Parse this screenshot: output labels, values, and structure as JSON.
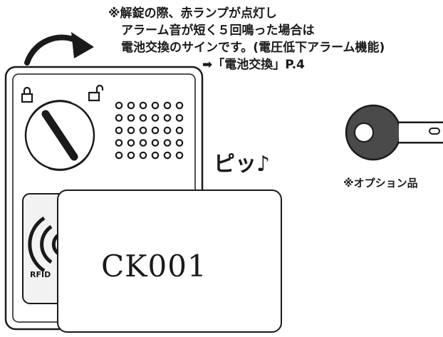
{
  "instructions": {
    "line1": "※解錠の際、赤ランプが点灯し",
    "line2": "アラーム音が短く５回鳴った場合は",
    "line3": "電池交換のサインです。(電圧低下アラーム機能)",
    "reference": "➡「電池交換」P.4"
  },
  "sound_effect": "ピッ♪",
  "key": {
    "caption": "※オプション品"
  },
  "card": {
    "id": "CK001"
  },
  "reader": {
    "rfid_label": "RFID"
  },
  "icons": [
    "rotate-arrow-icon",
    "lock-closed-icon",
    "lock-open-icon",
    "thumb-turn-icon",
    "speaker-grille-icon",
    "rfid-waves-icon",
    "key-icon"
  ],
  "colors": {
    "ink": "#1a1a1a",
    "device_fill": "#ffffff",
    "key_fill": "#4a4a4a"
  }
}
